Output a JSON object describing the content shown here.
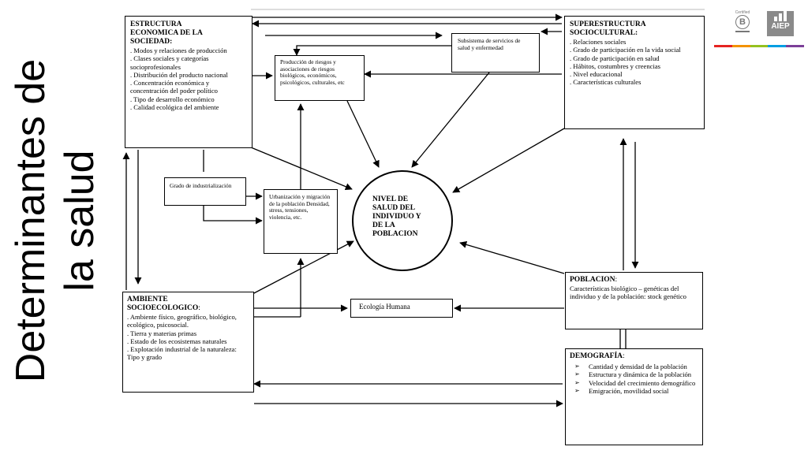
{
  "title": {
    "line1": "Determinantes de",
    "line2": "la salud"
  },
  "logos": {
    "cert_caption": "Certified",
    "cert_letter": "B",
    "aiep": "AIEP",
    "stripe_colors": [
      "#e52421",
      "#f39200",
      "#95c11f",
      "#009ee2",
      "#7b3f98"
    ]
  },
  "structure": {
    "head": "ESTRUCTURA\nECONOMICA DE LA\nSOCIEDAD:",
    "items": [
      ". Modos y relaciones de producción",
      ". Clases sociales y categorías socioprofesionales",
      ". Distribución del producto nacional",
      ". Concentración económica y concentración del poder político",
      ". Tipo de desarrollo económico",
      ". Calidad ecológica del ambiente"
    ]
  },
  "superstructure": {
    "head": "SUPERESTRUCTURA\nSOCIOCULTURAL:",
    "items": [
      ". Relaciones sociales",
      ". Grado de participación en la vida social",
      ". Grado de participación en salud",
      ". Hábitos, costumbres y creencias",
      ". Nivel educacional",
      ". Características culturales"
    ]
  },
  "risks": "Producción de riesgos y asociaciones de riesgos biológicos, económicos, psicológicos, culturales, etc",
  "subsystem": "Subsistema de servicios de salud y enfermedad",
  "industrialization": "Grado de industrialización",
  "urbanization": "Urbanización y migración de la población Densidad, stress, tensiones, violencia, etc.",
  "center": "NIVEL DE\nSALUD DEL\nINDIVIDUO Y\nDE LA\nPOBLACION",
  "environment": {
    "head": "AMBIENTE\nSOCIOECOLOGICO",
    "colon": ":",
    "items": [
      ". Ambiente físico, geográfico, biológico, ecológico, psicosocial.",
      ". Tierra y materias primas",
      ". Estado de los ecosistemas naturales",
      ". Explotación industrial de la naturaleza: Tipo y grado"
    ]
  },
  "ecology": "Ecología Humana",
  "population": {
    "head": "POBLACION",
    "colon": ":",
    "text": "Características biológico – genéticas del individuo y de la población: stock genético"
  },
  "demography": {
    "head": "DEMOGRAFÍA",
    "colon": ":",
    "marker": "➢",
    "items": [
      "Cantidad y densidad de la población",
      "Estructura y dinámica de la población",
      "Velocidad del crecimiento demográfico",
      "Emigración, movilidad social"
    ]
  }
}
